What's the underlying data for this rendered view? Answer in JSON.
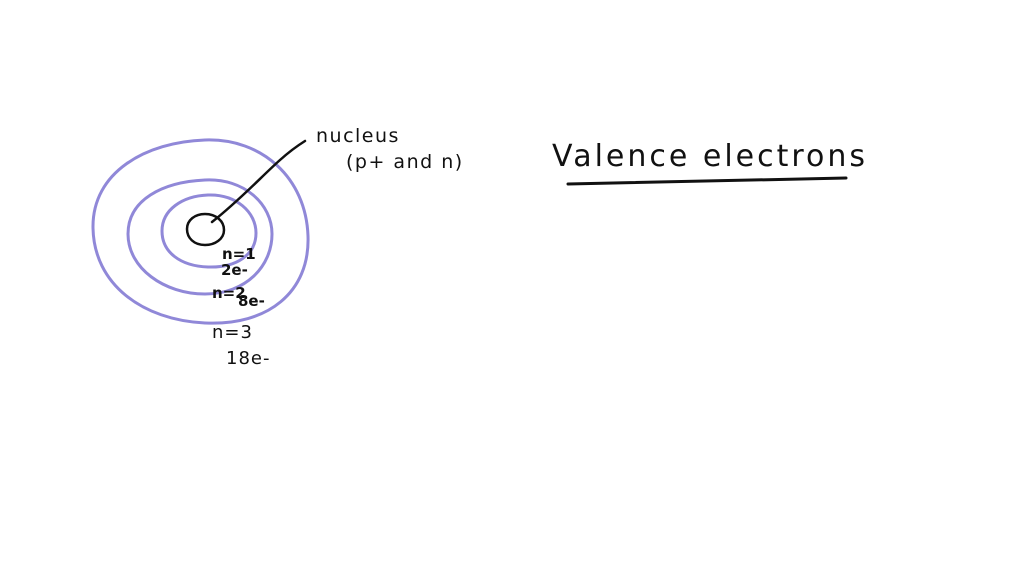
{
  "heading": "Valence electrons",
  "colors": {
    "shell_stroke": "#9088d8",
    "ink": "#111111",
    "background": "#ffffff"
  },
  "nucleus_label": {
    "line1": "nucleus",
    "line2": "(p+ and n)"
  },
  "shells": [
    {
      "n_label": "n=1",
      "electrons_label": "2e-"
    },
    {
      "n_label": "n=2",
      "electrons_label": "8e-"
    },
    {
      "n_label": "n=3",
      "electrons_label": "18e-"
    }
  ]
}
